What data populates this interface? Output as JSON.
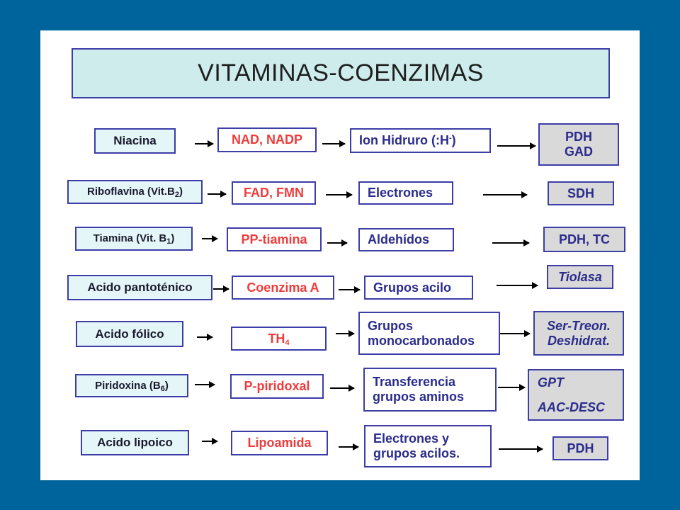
{
  "title": "VITAMINAS-COENZIMAS",
  "rows": [
    {
      "vitamin": "Niacina",
      "coenzyme": "NAD, NADP",
      "group": "Ion Hidruro (:H",
      "group_sup": "-",
      "group_end": ")",
      "enzyme_lines": [
        "PDH",
        "GAD"
      ]
    },
    {
      "vitamin": "Riboflavina (Vit.B",
      "vitamin_sub": "2",
      "vitamin_end": ")",
      "coenzyme": "FAD, FMN",
      "group": "Electrones",
      "enzyme_lines": [
        "SDH"
      ]
    },
    {
      "vitamin": "Tiamina (Vit. B",
      "vitamin_sub": "1",
      "vitamin_end": ")",
      "coenzyme": "PP-tiamina",
      "group": "Aldehídos",
      "enzyme_lines": [
        "PDH, TC"
      ]
    },
    {
      "vitamin": "Acido pantoténico",
      "coenzyme": "Coenzima A",
      "group": "Grupos acilo",
      "enzyme_lines": [
        "Tiolasa"
      ]
    },
    {
      "vitamin": "Acido fólico",
      "coenzyme": "TH",
      "coenzyme_sub": "4",
      "group_lines": [
        "Grupos",
        "monocarbonados"
      ],
      "enzyme_lines": [
        "Ser-Treon.",
        "Deshidrat."
      ]
    },
    {
      "vitamin": "Piridoxina (B",
      "vitamin_sub": "6",
      "vitamin_end": ")",
      "coenzyme": "P-piridoxal",
      "group_lines": [
        "Transferencia",
        "grupos aminos"
      ],
      "enzyme_lines": [
        "GPT",
        "AAC-DESC"
      ]
    },
    {
      "vitamin": "Acido lipoico",
      "coenzyme": "Lipoamida",
      "group_lines": [
        "Electrones y",
        "grupos acilos."
      ],
      "enzyme_lines": [
        "PDH"
      ]
    }
  ]
}
